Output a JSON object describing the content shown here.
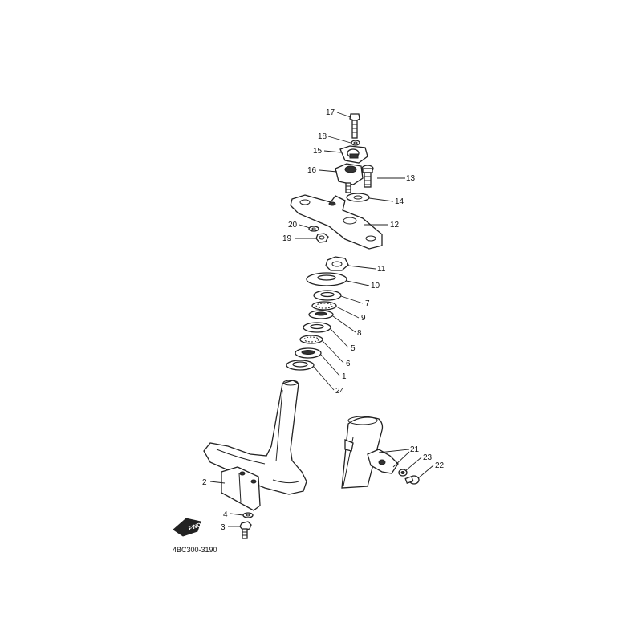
{
  "diagram": {
    "part_code": "4BC300-3190",
    "direction_label": "FWD",
    "callouts": [
      "17",
      "18",
      "15",
      "16",
      "13",
      "14",
      "12",
      "20",
      "19",
      "11",
      "10",
      "7",
      "9",
      "8",
      "5",
      "6",
      "1",
      "24",
      "21",
      "23",
      "22",
      "2",
      "4",
      "3"
    ]
  }
}
